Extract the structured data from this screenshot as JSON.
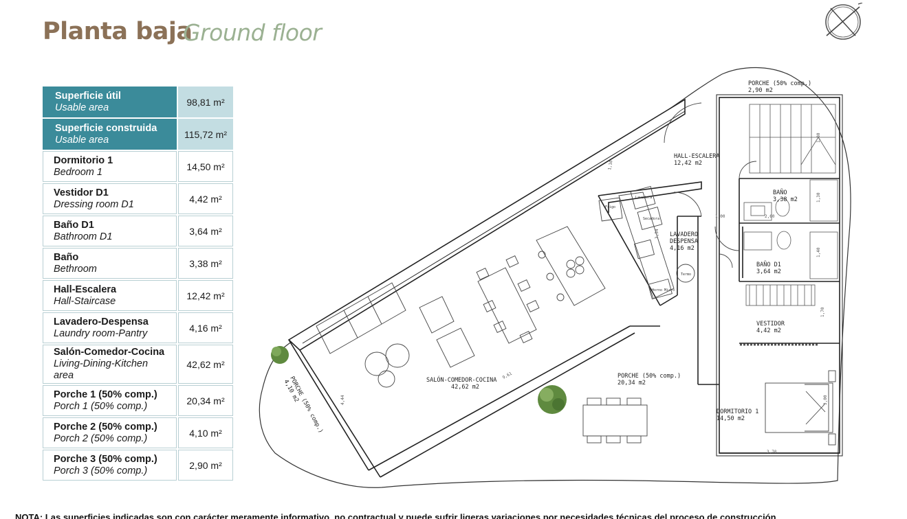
{
  "header": {
    "title_es": "Planta baja",
    "title_en": "Ground floor"
  },
  "areas": [
    {
      "es": "Superficie útil",
      "en": "Usable area",
      "value": "98,81 m²",
      "highlight": true
    },
    {
      "es": "Superficie construida",
      "en": "Usable area",
      "value": "115,72 m²",
      "highlight": true
    },
    {
      "es": "Dormitorio 1",
      "en": "Bedroom 1",
      "value": "14,50 m²",
      "highlight": false
    },
    {
      "es": "Vestidor D1",
      "en": "Dressing room D1",
      "value": "4,42 m²",
      "highlight": false
    },
    {
      "es": "Baño D1",
      "en": "Bathroom D1",
      "value": "3,64 m²",
      "highlight": false
    },
    {
      "es": "Baño",
      "en": "Bethroom",
      "value": "3,38 m²",
      "highlight": false
    },
    {
      "es": "Hall-Escalera",
      "en": "Hall-Staircase",
      "value": "12,42 m²",
      "highlight": false
    },
    {
      "es": "Lavadero-Despensa",
      "en": "Laundry room-Pantry",
      "value": "4,16 m²",
      "highlight": false
    },
    {
      "es": "Salón-Comedor-Cocina",
      "en": "Living-Dining-Kitchen area",
      "value": "42,62 m²",
      "highlight": false
    },
    {
      "es": "Porche 1 (50% comp.)",
      "en": "Porch 1 (50% comp.)",
      "value": "20,34 m²",
      "highlight": false
    },
    {
      "es": "Porche 2 (50% comp.)",
      "en": "Porch 2 (50% comp.)",
      "value": "4,10 m²",
      "highlight": false
    },
    {
      "es": "Porche 3 (50% comp.)",
      "en": "Porch 3 (50% comp.)",
      "value": "2,90 m²",
      "highlight": false
    }
  ],
  "plan": {
    "porche_top": {
      "name": "PORCHE (50% comp.)",
      "area": "2,90 m2"
    },
    "hall": {
      "name": "HALL-ESCALERA",
      "area": "12,42 m2"
    },
    "bano": {
      "name": "BAÑO",
      "area": "3,38 m2"
    },
    "lavadero": {
      "name1": "LAVADERO",
      "name2": "DESPENSA",
      "area": "4,16 m2"
    },
    "bano_d1": {
      "name": "BAÑO D1",
      "area": "3,64 m2"
    },
    "vestidor": {
      "name": "VESTIDOR",
      "area": "4,42 m2"
    },
    "salon": {
      "name": "SALÓN-COMEDOR-COCINA",
      "area": "42,62 m2"
    },
    "porche_main": {
      "name": "PORCHE (50% comp.)",
      "area": "20,34 m2"
    },
    "dormitorio": {
      "name": "DORMITORIO 1",
      "area": "14,50 m2"
    },
    "porche_left": {
      "name": "PORCHE (50% comp.)",
      "area": "4,10 m2"
    },
    "appliances": {
      "frigo": "Frigo",
      "lavadora": "Lavadora",
      "secadora": "Secadora",
      "termo": "Termo",
      "horno": "Horno Micro"
    },
    "dims": {
      "d1": "1,10",
      "d2": "1,00",
      "d3": "2,60",
      "d4": "1,30",
      "d5": "1,80",
      "d6": "1,40",
      "d7": "1,70",
      "d8": "3,00",
      "d9": "3,70",
      "d10": "9,61",
      "d11": "4,44",
      "d12": "3,54"
    }
  },
  "footer": {
    "note": "NOTA: Las superficies indicadas son con carácter meramente informativo, no contractual y puede sufrir ligeras variaciones por necesidades técnicas del proceso de construcción."
  },
  "colors": {
    "title_brown": "#8b7157",
    "title_green": "#9bb192",
    "header_teal": "#3b8b9a",
    "header_light": "#c3dde2",
    "border": "#b8cfd3"
  }
}
